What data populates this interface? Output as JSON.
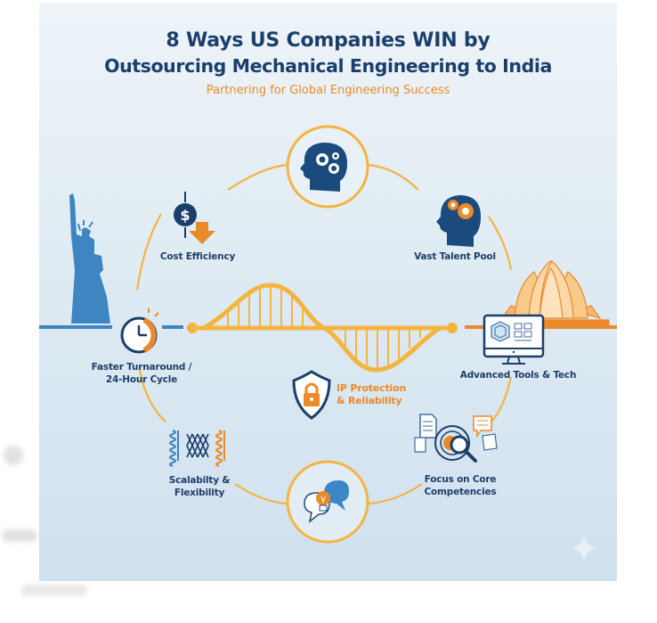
{
  "infographic": {
    "title_line1": "8 Ways US Companies WIN by",
    "title_line2": "Outsourcing Mechanical Engineering to India",
    "subtitle": "Partnering for Global Engineering Success",
    "colors": {
      "navy": "#1b3f6b",
      "orange": "#ea8a2a",
      "gold": "#f4b440",
      "blue": "#3b86c4",
      "background_top": "#eef4f8",
      "background_bottom": "#cfe1ee"
    },
    "items": [
      {
        "id": "center-top",
        "label": "",
        "icon": "head-gears-icon"
      },
      {
        "id": "cost",
        "label": "Cost Efficiency",
        "icon": "dollar-down-arrow-icon"
      },
      {
        "id": "talent",
        "label": "Vast Talent Pool",
        "icon": "head-orange-gears-icon"
      },
      {
        "id": "turnaround",
        "label_line1": "Faster Turnaround /",
        "label_line2": "24-Hour Cycle",
        "icon": "clock-icon"
      },
      {
        "id": "tools",
        "label": "Advanced Tools & Tech",
        "icon": "computer-monitor-icon"
      },
      {
        "id": "ip",
        "label_line1": "IP Protection",
        "label_line2": "& Reliability",
        "icon": "shield-lock-icon"
      },
      {
        "id": "scalability",
        "label_line1": "Scalabilty &",
        "label_line2": "Flexibility",
        "icon": "springs-icon"
      },
      {
        "id": "focus",
        "label_line1": "Focus on Core",
        "label_line2": "Competencies",
        "icon": "magnifier-target-icon"
      },
      {
        "id": "center-bottom",
        "label": "",
        "icon": "chat-lightbulb-icon"
      }
    ],
    "landmarks": {
      "left": "statue-of-liberty-icon",
      "right": "lotus-temple-icon",
      "bridge": "suspension-bridge-icon"
    }
  }
}
